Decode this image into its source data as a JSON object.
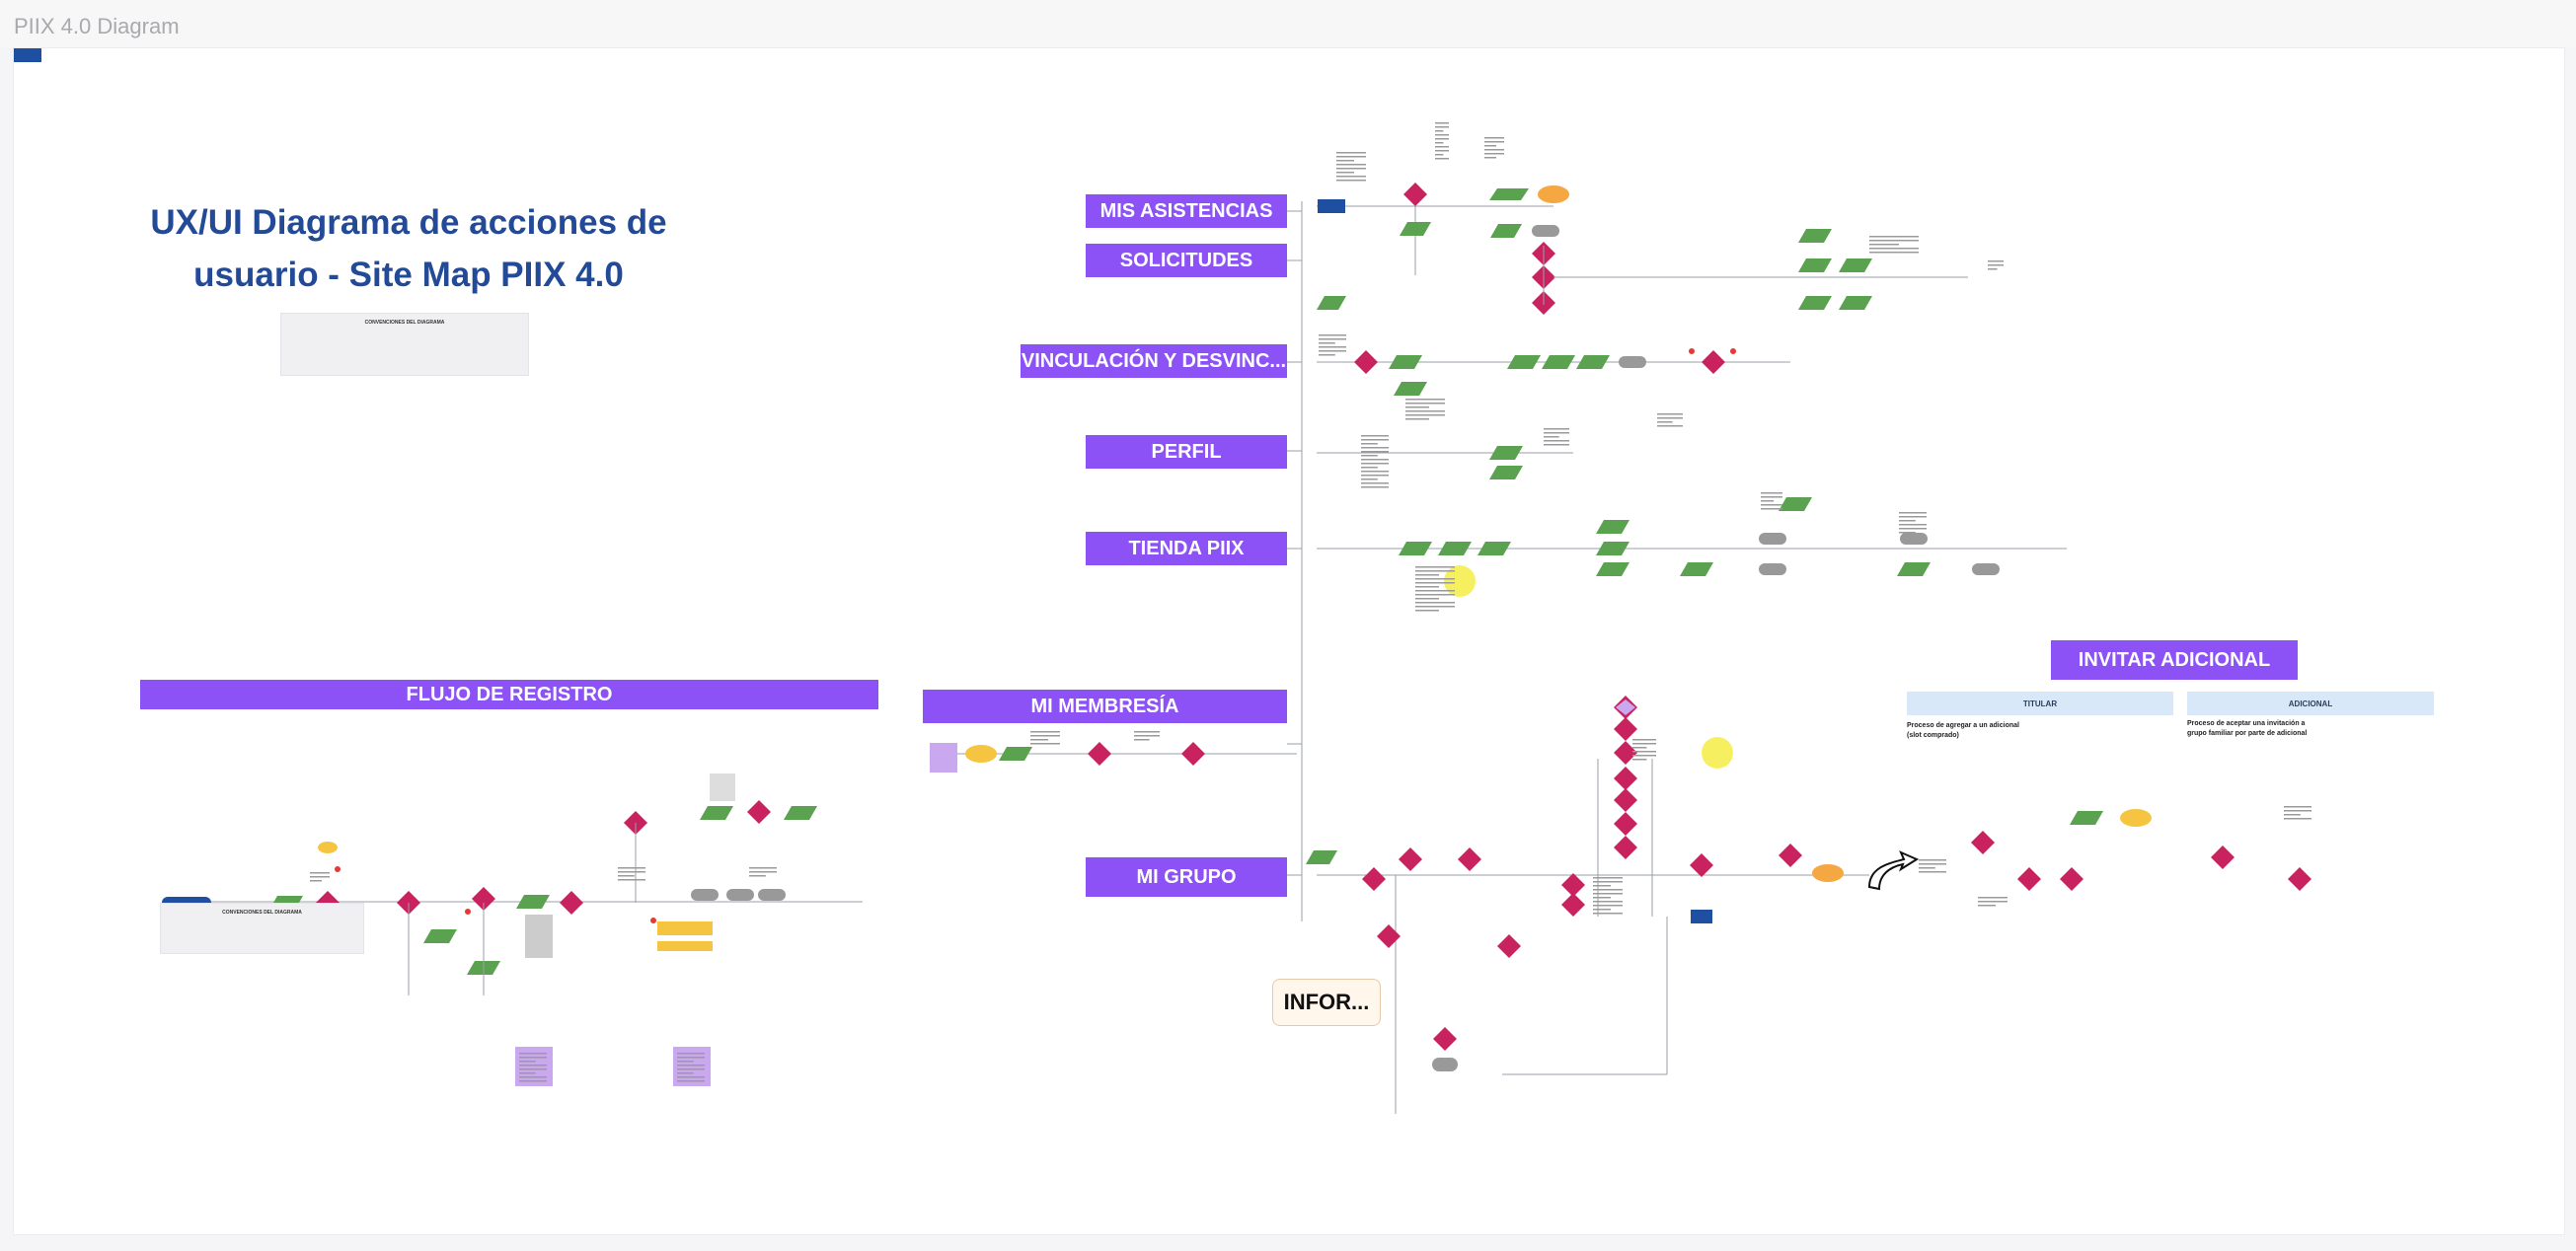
{
  "app": {
    "title": "PIIX 4.0 Diagram"
  },
  "diagram": {
    "title": "UX/UI Diagrama de acciones de usuario - Site Map PIIX 4.0",
    "legend_title": "CONVENCIONES DEL DIAGRAMA",
    "section_labels": {
      "mis_asistencias": "MIS ASISTENCIAS",
      "solicitudes": "SOLICITUDES",
      "vinculacion": "VINCULACIÓN Y DESVINC...",
      "perfil": "PERFIL",
      "tienda": "TIENDA PIIX",
      "flujo_registro": "FLUJO DE REGISTRO",
      "mi_membresia": "MI MEMBRESÍA",
      "mi_grupo": "MI GRUPO",
      "invitar_adicional": "INVITAR ADICIONAL",
      "infor": "INFOR..."
    },
    "sub_headers": {
      "titular": "TITULAR",
      "adicional": "ADICIONAL"
    },
    "notes": {
      "titular_note": "Proceso de agregar a un adicional (slot comprado)",
      "adicional_note": "Proceso de aceptar una invitación a grupo familiar por parte de adicional"
    },
    "colors": {
      "purple": "#8c52f5",
      "process": "#1f4fa0",
      "decision": "#c8235e",
      "io": "#5aa24f",
      "terminal": "#999999",
      "start": "#f5c542",
      "sticky": "#c9a8f0",
      "title": "#234a97"
    }
  }
}
